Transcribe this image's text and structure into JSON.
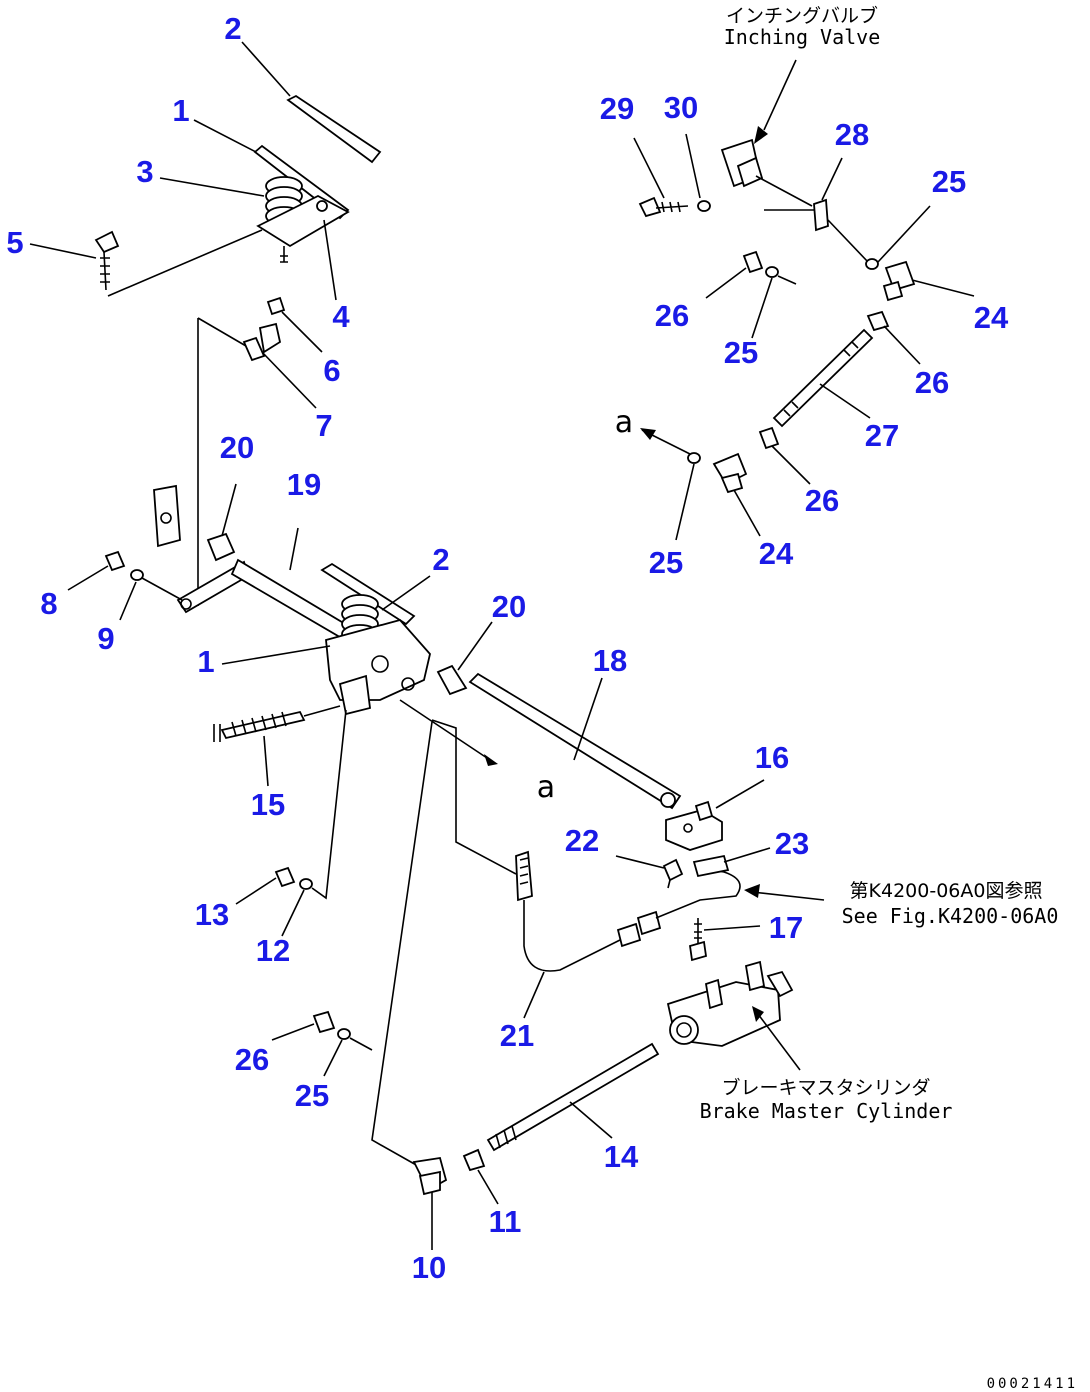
{
  "diagram": {
    "callout_numbers": {
      "n2_top": "2",
      "n1_top": "1",
      "n3": "3",
      "n5": "5",
      "n4": "4",
      "n6": "6",
      "n7": "7",
      "n20_left": "20",
      "n19": "19",
      "n8": "8",
      "n9": "9",
      "n2_mid": "2",
      "n1_mid": "1",
      "n20_mid": "20",
      "n18": "18",
      "n15": "15",
      "n16": "16",
      "n22": "22",
      "n23": "23",
      "n13": "13",
      "n12": "12",
      "n17": "17",
      "n21": "21",
      "n26_bottom": "26",
      "n25_bottom": "25",
      "n14": "14",
      "n11": "11",
      "n10": "10",
      "n29": "29",
      "n30": "30",
      "n28": "28",
      "n25_tr": "25",
      "n26_tr": "26",
      "n25_tr2": "25",
      "n24_tr": "24",
      "n26_tr2": "26",
      "n27": "27",
      "n26_tr3": "26",
      "n25_tr3": "25",
      "n24_tr2": "24"
    },
    "annotations": {
      "inching_valve_jp": "インチングバルブ",
      "inching_valve_en": "Inching Valve",
      "see_fig_jp": "第K4200-06A0図参照",
      "see_fig_en": "See Fig.K4200-06A0",
      "brake_master_jp": "ブレーキマスタシリンダ",
      "brake_master_en": "Brake Master Cylinder",
      "ref_a_top": "a",
      "ref_a_mid": "a",
      "drawing_code": "00021411"
    }
  }
}
